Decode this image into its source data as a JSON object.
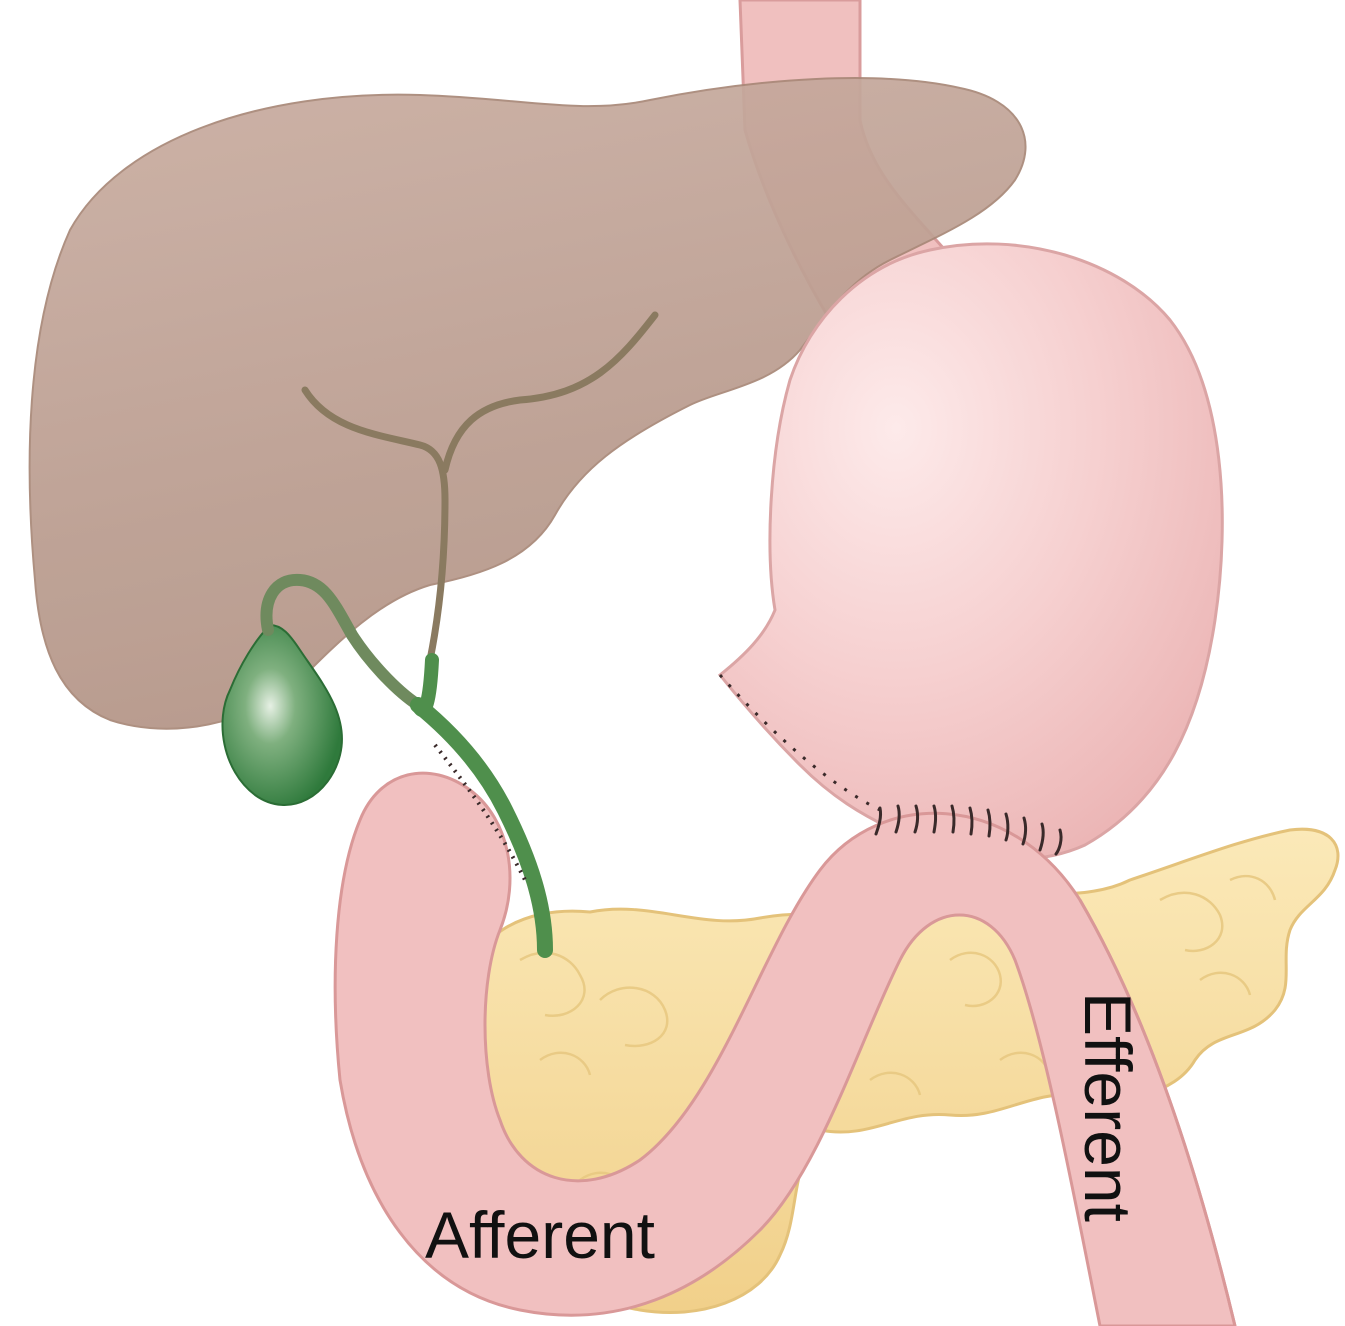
{
  "labels": {
    "afferent": "Afferent",
    "efferent": "Efferent"
  },
  "colors": {
    "liver": "#bfa294",
    "stomach": "#f4c9c9",
    "intestine": "#f0bcbc",
    "pancreas": "#f6dc9c",
    "gallbladder": "#3f8a4a",
    "bile_duct": "#4f8f4c",
    "sutures": "#3a2a2a"
  },
  "structures": [
    "liver",
    "esophagus",
    "gastric-remnant",
    "gallbladder",
    "bile-duct",
    "pancreas",
    "afferent-limb",
    "efferent-limb",
    "gastrojejunal-anastomosis"
  ]
}
